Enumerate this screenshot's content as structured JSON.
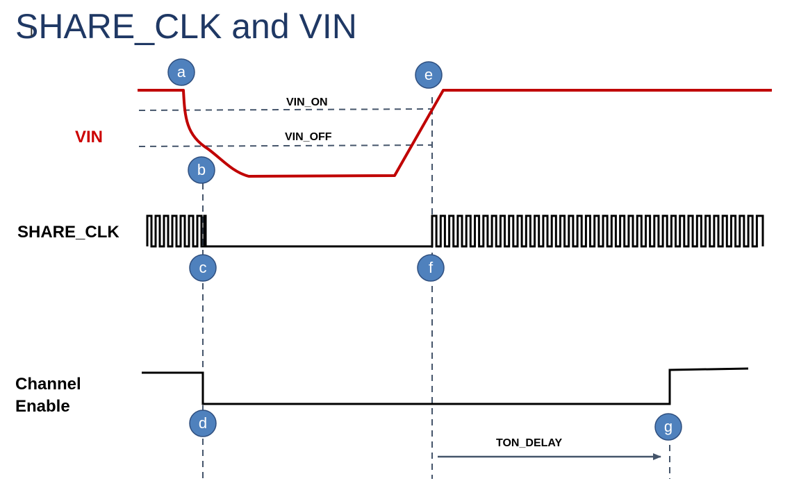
{
  "title": "SHARE_CLK and VIN",
  "signals": {
    "vin": "VIN",
    "share_clk": "SHARE_CLK",
    "channel_enable_line1": "Channel",
    "channel_enable_line2": "Enable"
  },
  "thresholds": {
    "vin_on": "VIN_ON",
    "vin_off": "VIN_OFF"
  },
  "delay_label": "TON_DELAY",
  "markers": [
    "a",
    "b",
    "c",
    "d",
    "e",
    "f",
    "g"
  ],
  "colors": {
    "title": "#1f3864",
    "vin_trace": "#c00000",
    "vin_label": "#cc0000",
    "digital_trace": "#000000",
    "dashed_guides": "#44546a",
    "marker_fill": "#4f81bd",
    "marker_stroke": "#2f4f7f",
    "arrow": "#44546a"
  }
}
